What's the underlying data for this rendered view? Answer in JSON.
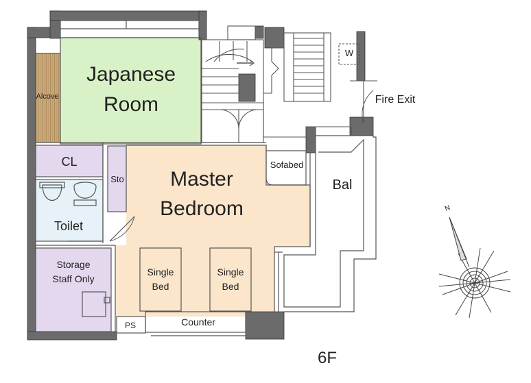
{
  "floor_label": "6F",
  "rooms": {
    "japanese_room": [
      "Japanese",
      "Room"
    ],
    "alcove": "Alcove",
    "closet": "CL",
    "toilet": "Toilet",
    "storage": [
      "Storage",
      "Staff Only"
    ],
    "storage_small": "Sto",
    "master_bedroom": [
      "Master",
      "Bedroom"
    ],
    "sofabed": "Sofabed",
    "balcony": "Bal",
    "fire_exit": "Fire Exit",
    "washer": "W",
    "pipe_space": "PS",
    "counter": "Counter",
    "single_bed_1": [
      "Single",
      "Bed"
    ],
    "single_bed_2": [
      "Single",
      "Bed"
    ]
  },
  "compass": {
    "north_label": "N"
  },
  "colors": {
    "wall": "#6b6b6b",
    "tatami": "#d9f1c6",
    "alcove_wood": "#c9a97a",
    "closet": "#e3d8ee",
    "toilet": "#e6f2f7",
    "bedroom": "#fbe6cc",
    "outline": "#555555"
  }
}
